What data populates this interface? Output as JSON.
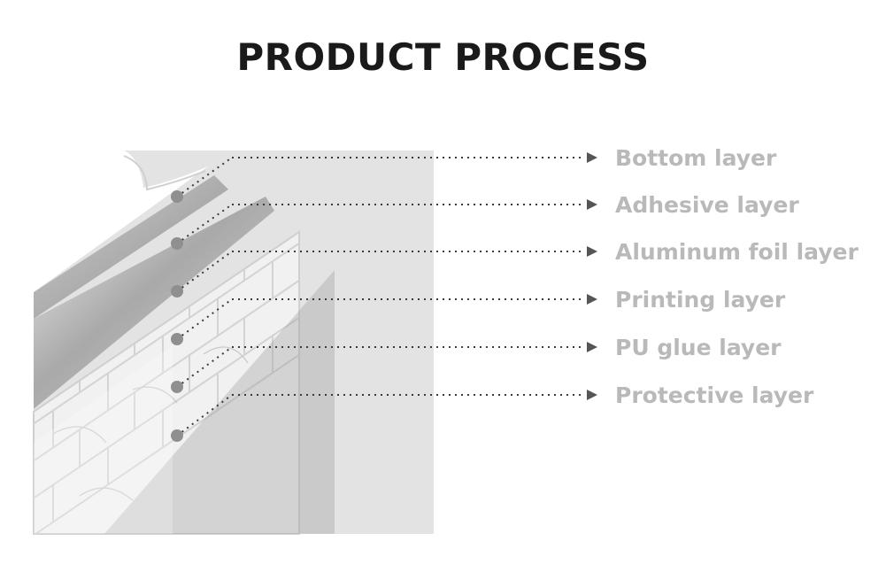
{
  "title": "PRODUCT PROCESS",
  "layers": [
    {
      "label": "Bottom layer"
    },
    {
      "label": "Adhesive layer"
    },
    {
      "label": "Aluminum foil layer"
    },
    {
      "label": "Printing layer"
    },
    {
      "label": "PU glue layer"
    },
    {
      "label": "Protective layer"
    }
  ],
  "colors": {
    "title": "#1a1a1a",
    "label": "#b9b9b9",
    "leader": "#3a3a3a",
    "dot": "#8f8f8f",
    "arrow": "#555555"
  },
  "icons": {
    "arrow": "triangle-right-icon",
    "anchor": "circle-dot-icon"
  }
}
